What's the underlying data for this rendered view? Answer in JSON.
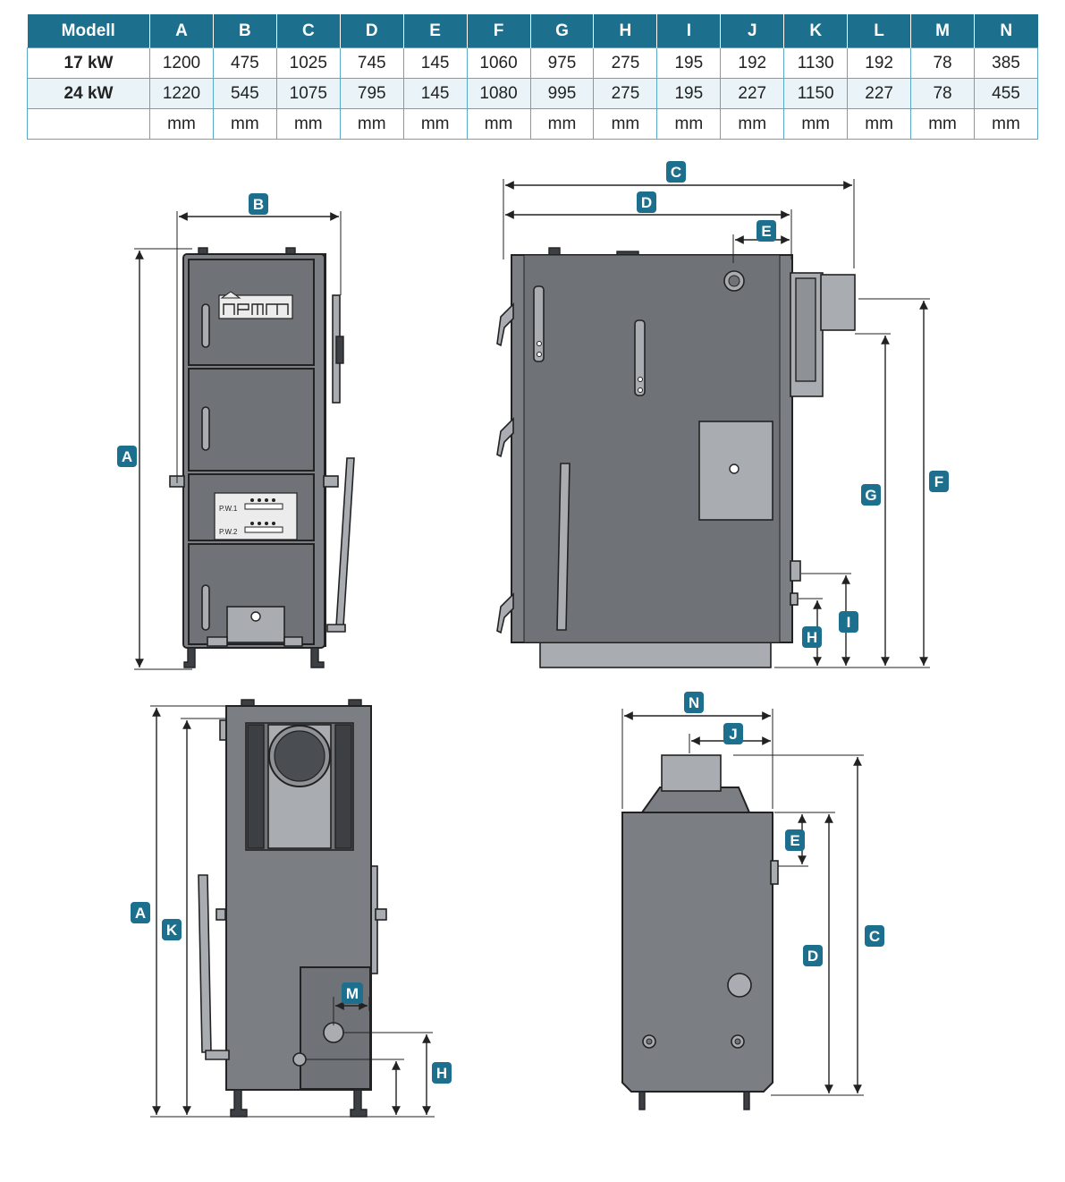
{
  "table": {
    "headers": [
      "Modell",
      "A",
      "B",
      "C",
      "D",
      "E",
      "F",
      "G",
      "H",
      "I",
      "J",
      "K",
      "L",
      "M",
      "N"
    ],
    "rows": [
      [
        "17 kW",
        "1200",
        "475",
        "1025",
        "745",
        "145",
        "1060",
        "975",
        "275",
        "195",
        "192",
        "1130",
        "192",
        "78",
        "385"
      ],
      [
        "24 kW",
        "1220",
        "545",
        "1075",
        "795",
        "145",
        "1080",
        "995",
        "275",
        "195",
        "227",
        "1150",
        "227",
        "78",
        "455"
      ],
      [
        "",
        "mm",
        "mm",
        "mm",
        "mm",
        "mm",
        "mm",
        "mm",
        "mm",
        "mm",
        "mm",
        "mm",
        "mm",
        "mm",
        "mm"
      ]
    ]
  },
  "labels": {
    "A": "A",
    "B": "B",
    "C": "C",
    "D": "D",
    "E": "E",
    "F": "F",
    "G": "G",
    "H": "H",
    "I": "I",
    "J": "J",
    "K": "K",
    "M": "M",
    "N": "N"
  },
  "plates": {
    "pw1": "P.W.1",
    "pw2": "P.W.2"
  },
  "colors": {
    "header_blue": "#1d6f8e",
    "body_gray": "#7b7f84",
    "border_blue": "#5aa9c8"
  }
}
